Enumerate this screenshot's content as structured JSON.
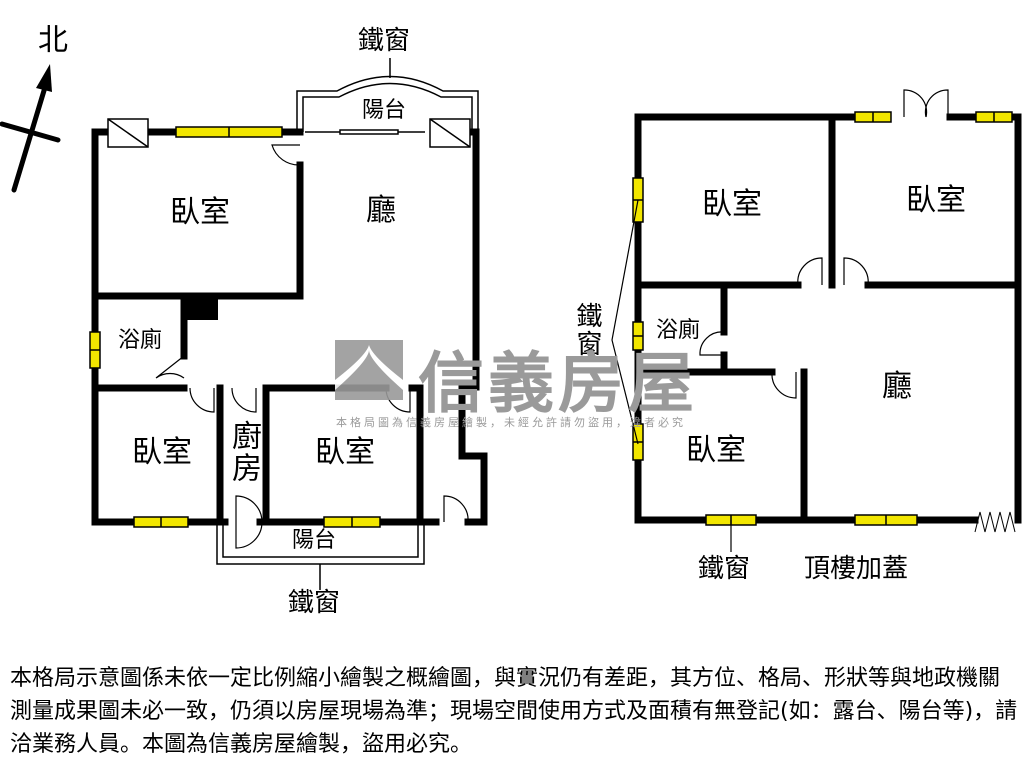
{
  "compass": {
    "label": "北",
    "icon": "north-arrow-icon"
  },
  "colors": {
    "wall": "#000000",
    "window": "#f2e600",
    "watermark": "#9a9a9a",
    "background": "#ffffff"
  },
  "left_plan": {
    "iron_window_top": "鐵窗",
    "balcony_top": "陽台",
    "rooms": {
      "bedroom_nw": "臥室",
      "living": "廳",
      "bathroom": "浴廁",
      "bedroom_sw": "臥室",
      "kitchen": "廚房",
      "bedroom_s": "臥室"
    },
    "balcony_bottom": "陽台",
    "iron_window_bottom": "鐵窗"
  },
  "right_plan": {
    "rooms": {
      "bedroom_nw": "臥室",
      "bedroom_ne": "臥室",
      "bathroom": "浴廁",
      "living": "廳",
      "bedroom_sw": "臥室"
    },
    "iron_window_side": "鐵窗",
    "iron_window_bottom": "鐵窗",
    "rooftop_addition": "頂樓加蓋"
  },
  "watermark": {
    "brand": "信義房屋",
    "notice": "本格局圖為信義房屋繪製，未經允許請勿盜用，違者必究"
  },
  "disclaimer": "本格局示意圖係未依一定比例縮小繪製之概繪圖，與實況仍有差距，其方位、格局、形狀等與地政機關測量成果圖未必一致，仍須以房屋現場為準；現場空間使用方式及面積有無登記(如：露台、陽台等)，請洽業務人員。本圖為信義房屋繪製，盜用必究。"
}
